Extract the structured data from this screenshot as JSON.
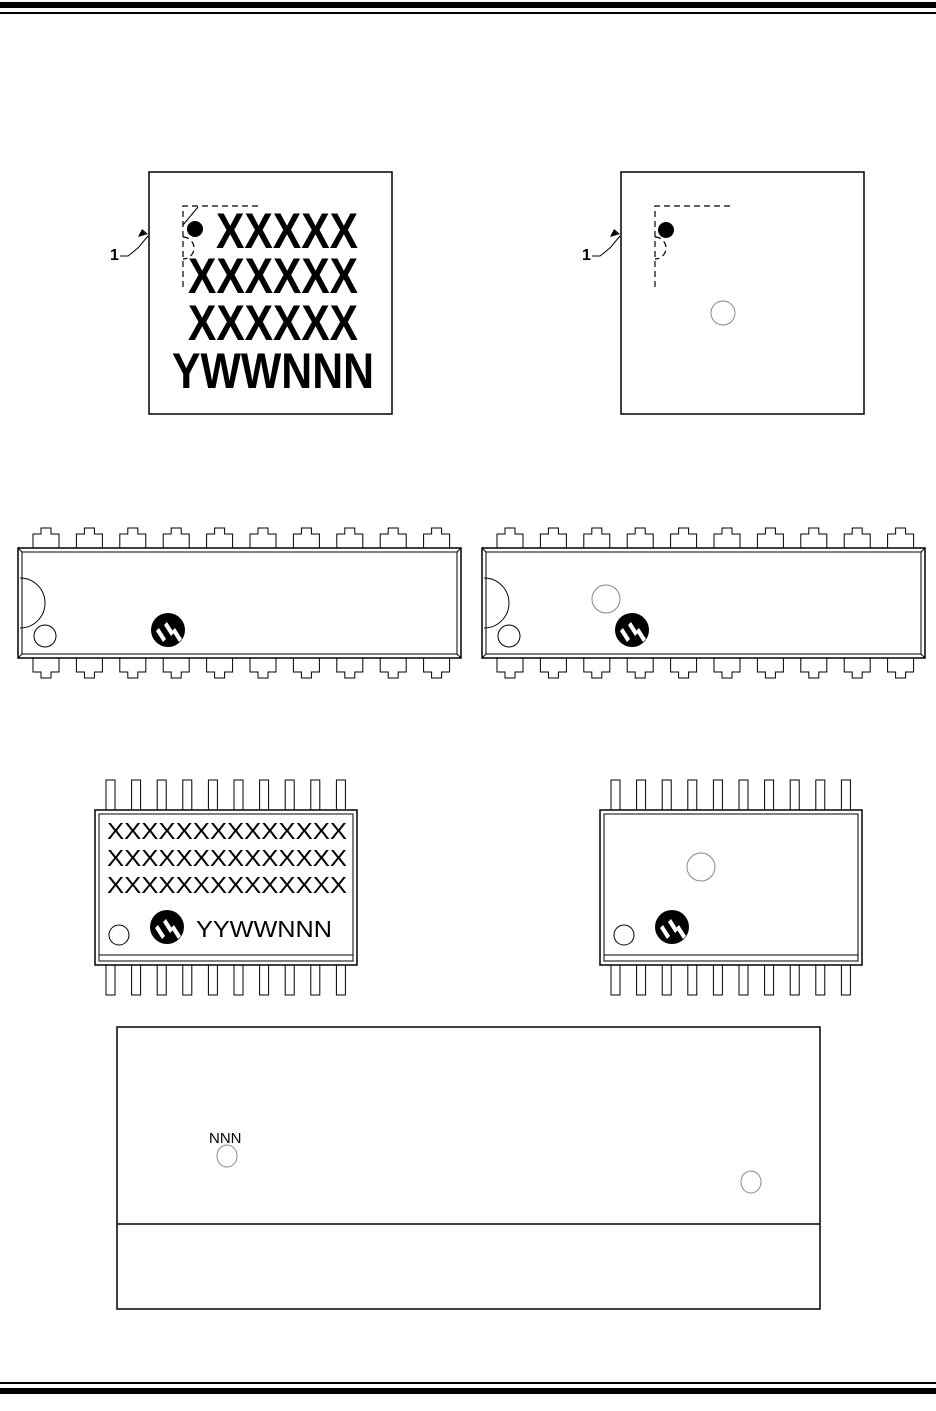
{
  "qfn_marked": {
    "pin1_label": "1",
    "lines": [
      "XXXXX",
      "XXXXXX",
      "XXXXXX",
      "YWWNNN"
    ]
  },
  "qfn_example": {
    "pin1_label": "1"
  },
  "soic_marked": {
    "lines": [
      "XXXXXXXXXXXXXX",
      "XXXXXXXXXXXXXX",
      "XXXXXXXXXXXXXX"
    ],
    "code": "YYWWNNN"
  },
  "legend": {
    "nnn_label": "NNN"
  },
  "colors": {
    "ink": "#000000",
    "circle": "#888888"
  },
  "icons": [
    "microchip-logo-icon",
    "pin1-dot-icon",
    "circle-symbol-icon"
  ]
}
